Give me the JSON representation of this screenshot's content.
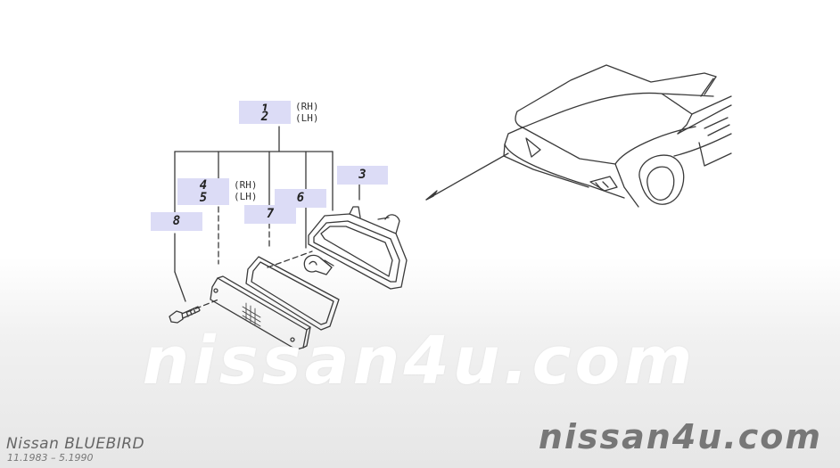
{
  "parts": [
    {
      "number": "1",
      "note": "(RH)"
    },
    {
      "number": "2",
      "note": "(LH)"
    },
    {
      "number": "3",
      "note": ""
    },
    {
      "number": "4",
      "note": "(RH)"
    },
    {
      "number": "5",
      "note": "(LH)"
    },
    {
      "number": "6",
      "note": ""
    },
    {
      "number": "7",
      "note": ""
    },
    {
      "number": "8",
      "note": ""
    }
  ],
  "watermark": {
    "center": "nissan4u.com",
    "corner": "nissan4u.com"
  },
  "model": {
    "title": "Nissan BLUEBIRD",
    "dates": "11.1983 – 5.1990"
  },
  "colors": {
    "callout_bg": "#dcdcf6",
    "line": "#3a3a3a"
  }
}
